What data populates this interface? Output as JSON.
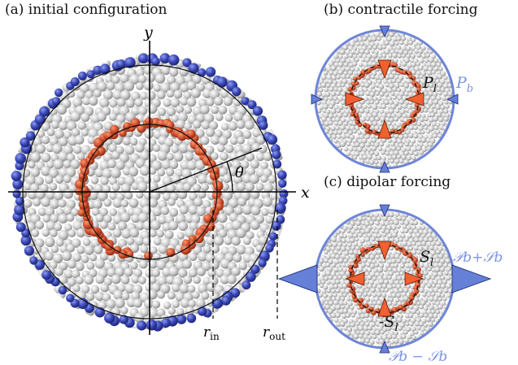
{
  "panels": {
    "a": {
      "caption": "(a) initial configuration"
    },
    "b": {
      "caption": "(b) contractile forcing"
    },
    "c": {
      "caption": "(c) dipolar forcing"
    }
  },
  "axes": {
    "x": "x",
    "y": "y"
  },
  "angle_label": "θ",
  "radius_labels": {
    "inner": {
      "main": "r",
      "sub": "in"
    },
    "outer": {
      "main": "r",
      "sub": "out"
    }
  },
  "forcing_labels": {
    "contractile_inner": {
      "main": "P",
      "sub": "l"
    },
    "contractile_boundary": {
      "main": "P",
      "sub": "b"
    },
    "dipolar_inner": {
      "main": "S",
      "sub": "l"
    },
    "dipolar_inner_negative": {
      "prefix": "-",
      "main": "S",
      "sub": "l"
    },
    "dipolar_boundary_sum": "𝒫b+𝒮b",
    "dipolar_boundary_diff": "𝒫b − 𝒮b"
  },
  "colors": {
    "background_particle": "#c9c9c9",
    "boundary_particle": "#3a48b8",
    "inner_ring_particle": "#d4532f",
    "boundary_circle": "#6e86d8",
    "arrow_orange": "#f06030",
    "arrow_blue": "#6680d8",
    "label_blue": "#7e95e0",
    "axis": "#000000"
  }
}
